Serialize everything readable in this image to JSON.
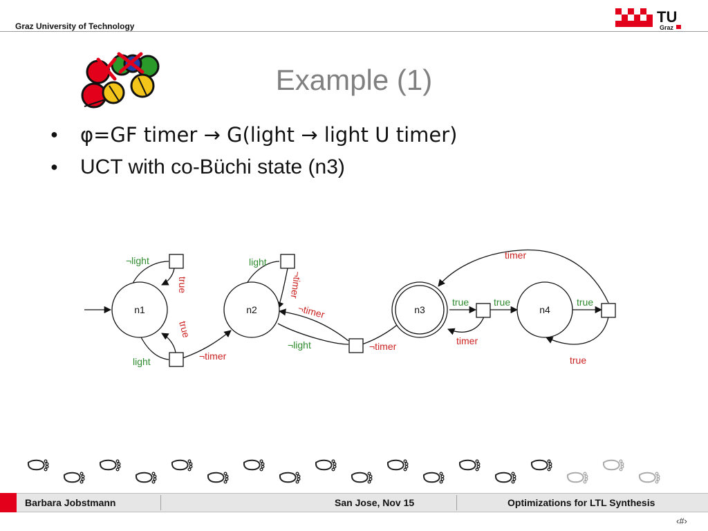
{
  "header": {
    "university": "Graz University of Technology",
    "logo_letters": "TU",
    "logo_city": "Graz"
  },
  "slide": {
    "title": "Example (1)",
    "bullets": [
      "φ=GF timer  → G(light → light U timer)",
      "UCT with co-Büchi state (n3)"
    ]
  },
  "diagram": {
    "states": [
      "n1",
      "n2",
      "n3",
      "n4"
    ],
    "edge_labels": {
      "n1_not_light": "¬light",
      "n1_top_true": "true",
      "n1_bottom_true": "true",
      "n1_light": "light",
      "to_n2_not_timer": "¬timer",
      "n2_light": "light",
      "n2_top_not_timer": "¬timer",
      "n2_not_timer": "¬timer",
      "n2_not_light": "¬light",
      "to_n3_not_timer": "¬timer",
      "n3_true": "true",
      "n3_back_timer": "timer",
      "to_n4_true": "true",
      "n4_true": "true",
      "n4_loop_true": "true",
      "n4_to_n3_timer": "timer"
    }
  },
  "footer": {
    "author": "Barbara Jobstmann",
    "venue": "San Jose, Nov 15",
    "talk": "Optimizations for LTL Synthesis",
    "page": "‹#›"
  },
  "colors": {
    "accent_red": "#e3001b",
    "edge_label_green": "#2e8b2e",
    "edge_label_red": "#cc2222",
    "title_gray": "#808080"
  },
  "icons": [
    "tu-graz-logo",
    "juggling-balls-logo",
    "footprint-icon"
  ]
}
